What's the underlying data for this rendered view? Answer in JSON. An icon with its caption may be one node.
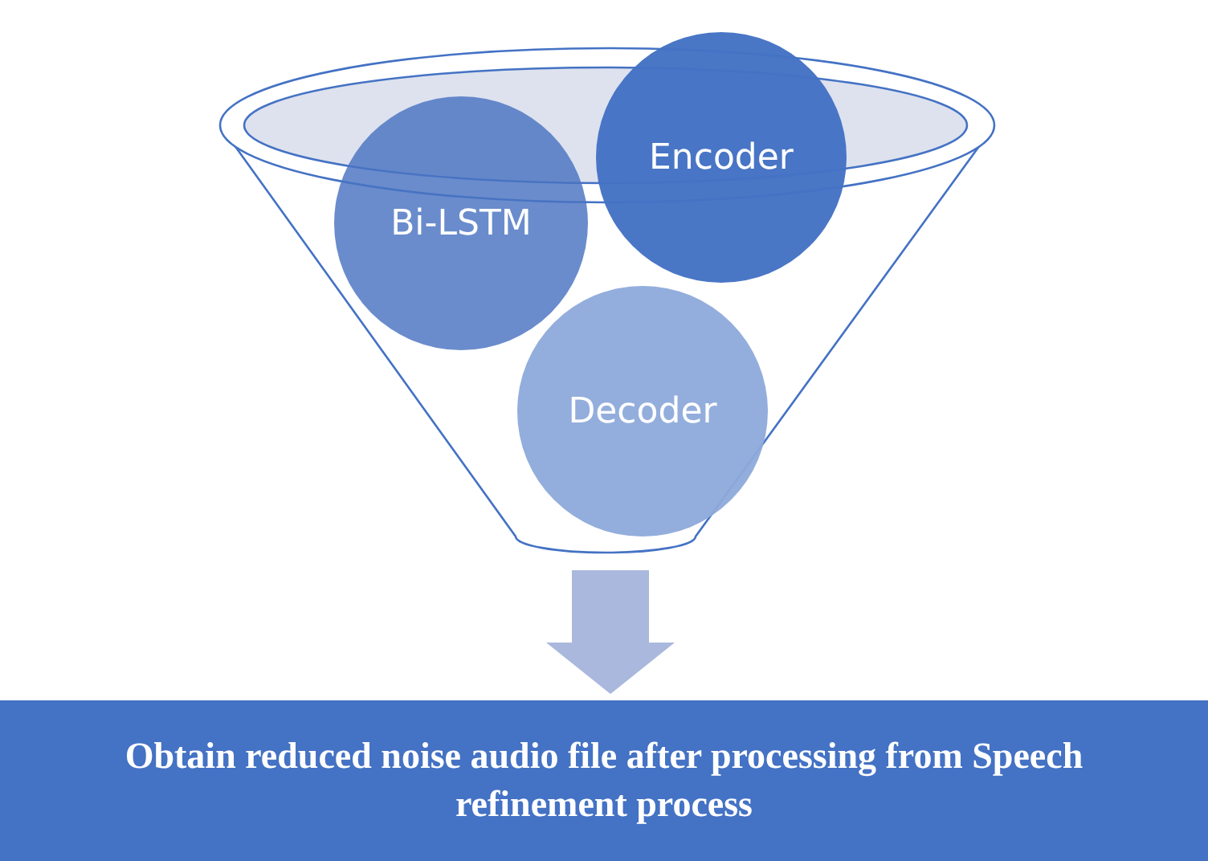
{
  "diagram": {
    "nodes": [
      {
        "text": [],
        "shape": "funnel"
      },
      {
        "text": [
          "Bi-LSTM"
        ],
        "in": 0
      },
      {
        "text": [
          "Encoder"
        ]
      },
      {
        "text": [
          "Decoder"
        ],
        "in": 0
      },
      {
        "text": [
          "Obtain reduced noise audio file after processing from Speech refinement process"
        ]
      }
    ],
    "edges": [
      {
        "from": 0,
        "to": 4,
        "arrow": "to",
        "style": "thick"
      }
    ]
  }
}
